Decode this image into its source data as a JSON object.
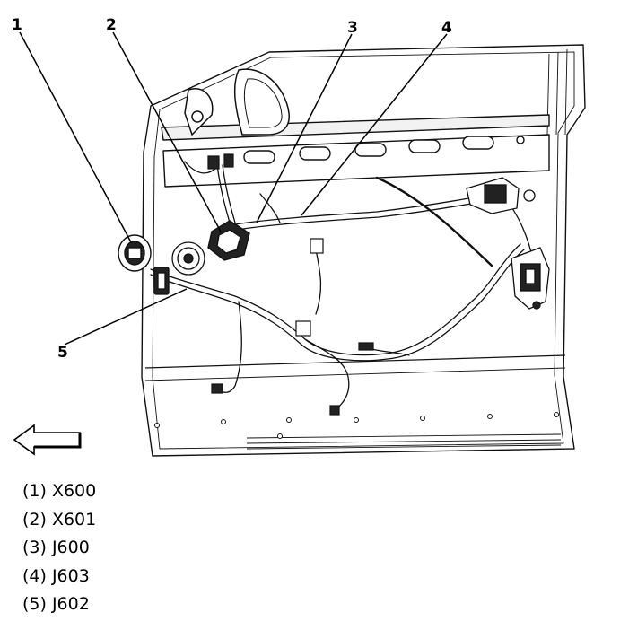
{
  "callouts": [
    {
      "number": "1"
    },
    {
      "number": "2"
    },
    {
      "number": "3"
    },
    {
      "number": "4"
    },
    {
      "number": "5"
    }
  ],
  "legend": [
    "(1) X600",
    "(2) X601",
    "(3) J600",
    "(4) J603",
    "(5) J602"
  ],
  "icons": {
    "direction_arrow": "left-arrow-icon"
  }
}
